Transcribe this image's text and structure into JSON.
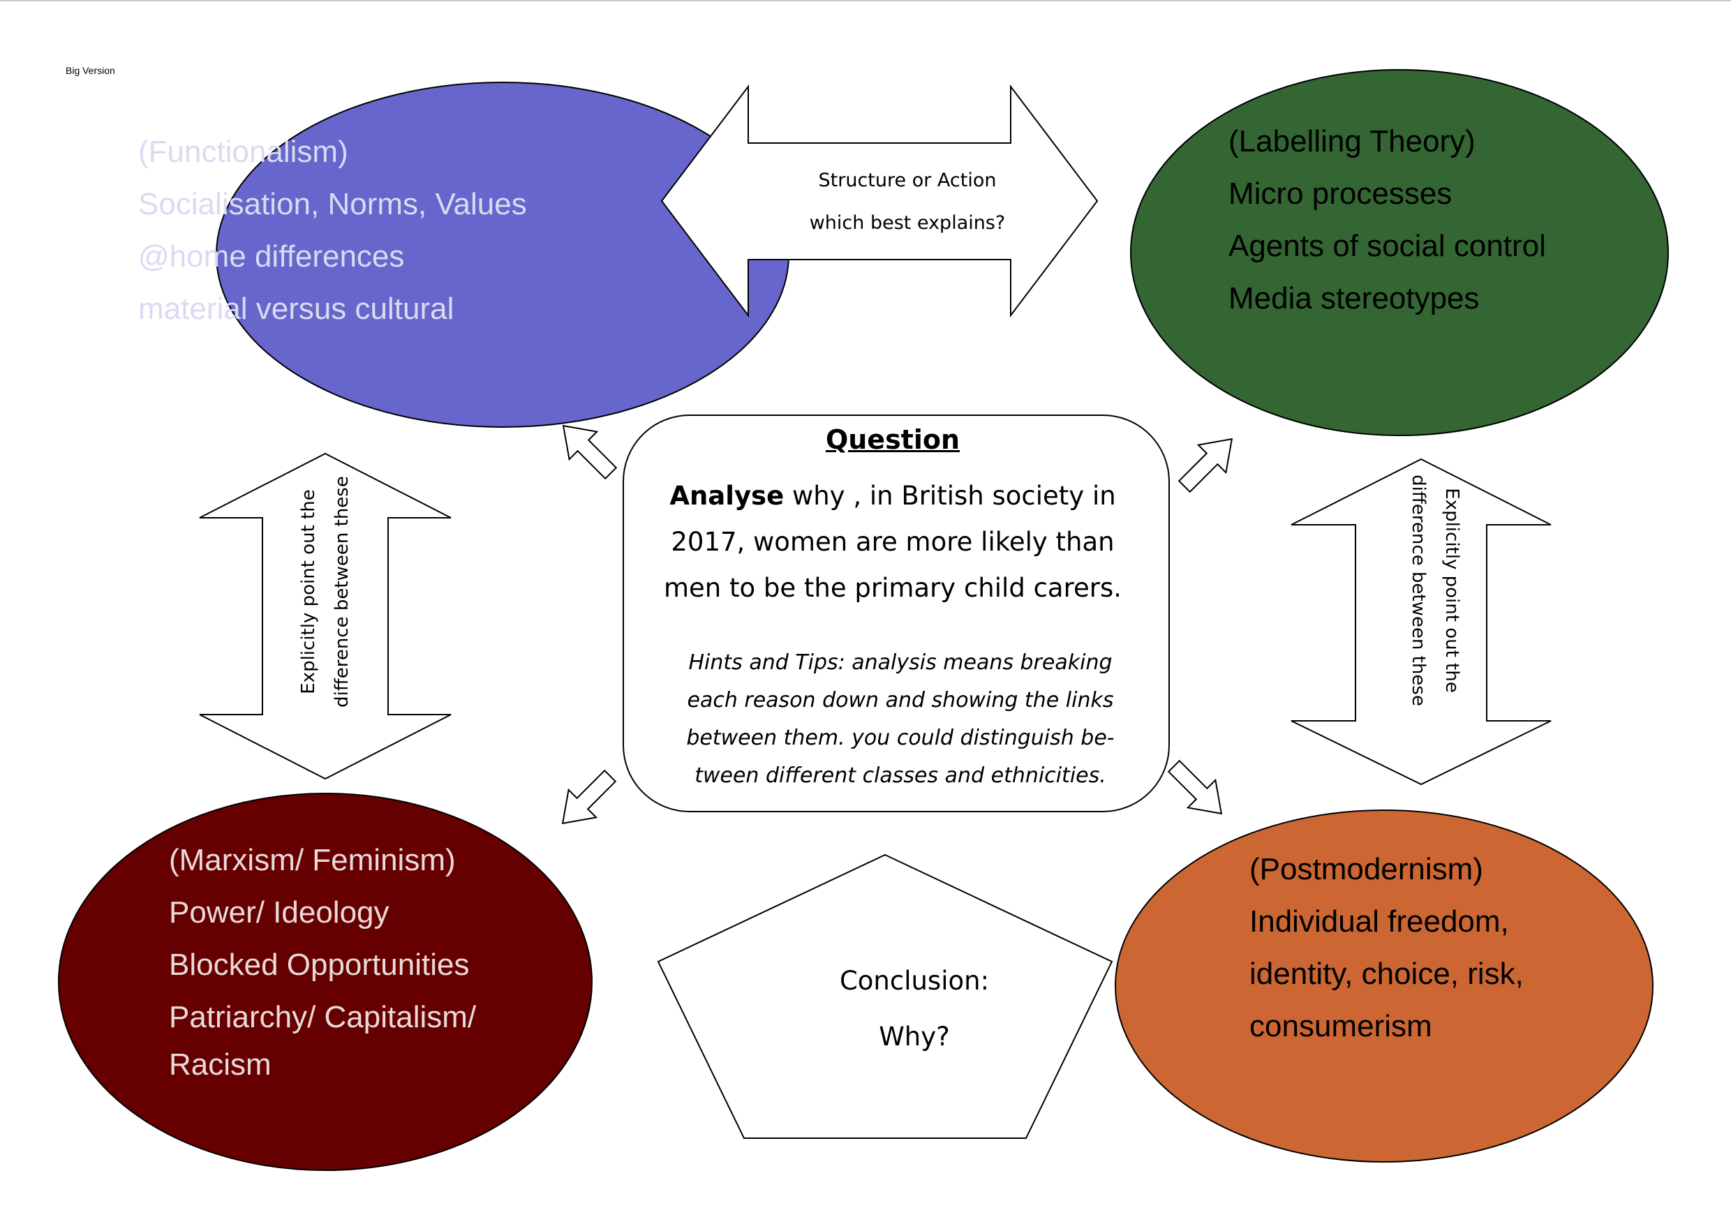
{
  "corner_label": "Big Version",
  "functionalism": {
    "color": "#6666cc",
    "text_color": "#d9dbf1",
    "lines": [
      "(Functionalism)",
      "Socialisation, Norms, Values",
      "@home differences",
      "material versus cultural"
    ]
  },
  "labelling": {
    "color": "#336633",
    "text_color": "#000000",
    "lines": [
      "(Labelling Theory)",
      "Micro processes",
      "Agents of social control",
      "Media stereotypes"
    ]
  },
  "marxism": {
    "color": "#660000",
    "text_color": "#eadada",
    "lines": [
      "(Marxism/ Feminism)",
      "Power/ Ideology",
      "Blocked Opportunities",
      "Patriarchy/ Capitalism/",
      "Racism"
    ]
  },
  "postmodernism": {
    "color": "#cc6633",
    "text_color": "#000000",
    "lines": [
      "(Postmodernism)",
      "Individual freedom,",
      "identity, choice, risk,",
      "consumerism"
    ]
  },
  "top_arrow": {
    "line1": "Structure or Action",
    "line2": "which best explains?"
  },
  "left_arrow": {
    "line1": "Explicitly point out the",
    "line2": "difference between these"
  },
  "right_arrow": {
    "line1": "Explicitly point out the",
    "line2": "difference between these"
  },
  "question": {
    "heading": "Question",
    "lead": "Analyse",
    "body": " why , in British society in 2017, women are more likely than men to be the primary child carers.",
    "hints_lines": [
      "Hints and Tips: analysis means breaking",
      "each reason down and showing the links",
      "between them. you could distinguish be-",
      "tween different classes and ethnicities."
    ]
  },
  "conclusion": {
    "line1": "Conclusion:",
    "line2": "Why?"
  }
}
